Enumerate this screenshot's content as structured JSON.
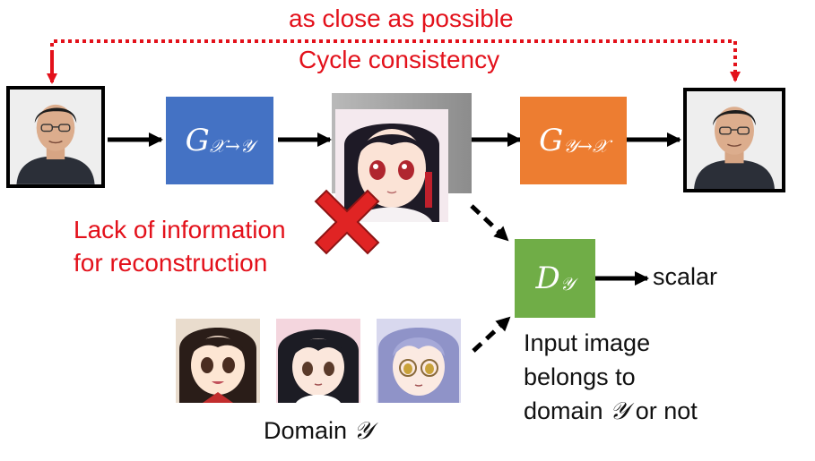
{
  "top_label": "as close as possible",
  "cycle_label": "Cycle consistency",
  "generator_xy": {
    "symbol": "G",
    "subscript": "𝒳→𝒴"
  },
  "generator_yx": {
    "symbol": "G",
    "subscript": "𝒴→𝒳"
  },
  "discriminator": {
    "symbol": "D",
    "subscript": "𝒴"
  },
  "output_label": "scalar",
  "lack_info": [
    "Lack of information",
    "for reconstruction"
  ],
  "disc_desc": {
    "line1": "Input image",
    "line2": "belongs to",
    "line3_prefix": "domain ",
    "line3_symbol": "𝒴",
    "line3_suffix": " or not"
  },
  "domain_label": {
    "prefix": "Domain ",
    "symbol": "𝒴"
  },
  "colors": {
    "g_xy": "#4472c4",
    "g_yx": "#ed7d31",
    "d_y": "#70ad47",
    "red": "#e3111b"
  },
  "icons": [
    "input-face-photo",
    "reconstructed-face-photo",
    "generated-anime-image",
    "red-cross-icon",
    "domain-sample-1",
    "domain-sample-2",
    "domain-sample-3"
  ]
}
